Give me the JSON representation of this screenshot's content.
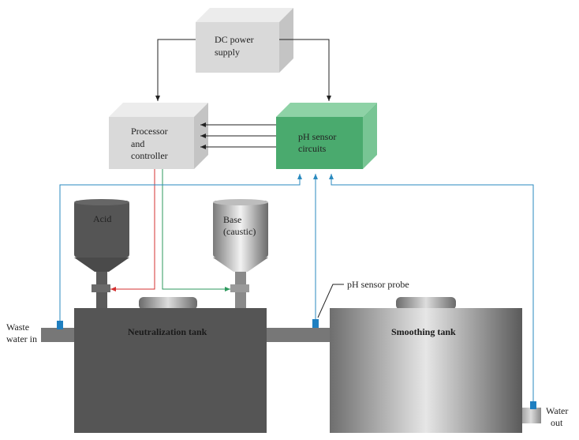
{
  "blocks": {
    "power_supply": {
      "line1": "DC power",
      "line2": "supply"
    },
    "processor": {
      "line1": "Processor",
      "line2": "and",
      "line3": "controller"
    },
    "ph_circuits": {
      "line1": "pH sensor",
      "line2": "circuits"
    }
  },
  "hoppers": {
    "acid": {
      "label": "Acid",
      "color": "#e03030"
    },
    "base": {
      "line1": "Base",
      "line2": "(caustic)",
      "color": "#2e9a5e"
    }
  },
  "tanks": {
    "neutralization": "Neutralization tank",
    "smoothing": "Smoothing tank"
  },
  "labels": {
    "waste_in_1": "Waste",
    "waste_in_2": "water in",
    "probe": "pH sensor probe",
    "water_out_1": "Water",
    "water_out_2": "out"
  },
  "colors": {
    "box_gray": "#d9d9d9",
    "box_green": "#4aaa6e",
    "signal_blue": "#2a8abf",
    "acid_line": "#d43030",
    "base_line": "#2e9a5e"
  }
}
